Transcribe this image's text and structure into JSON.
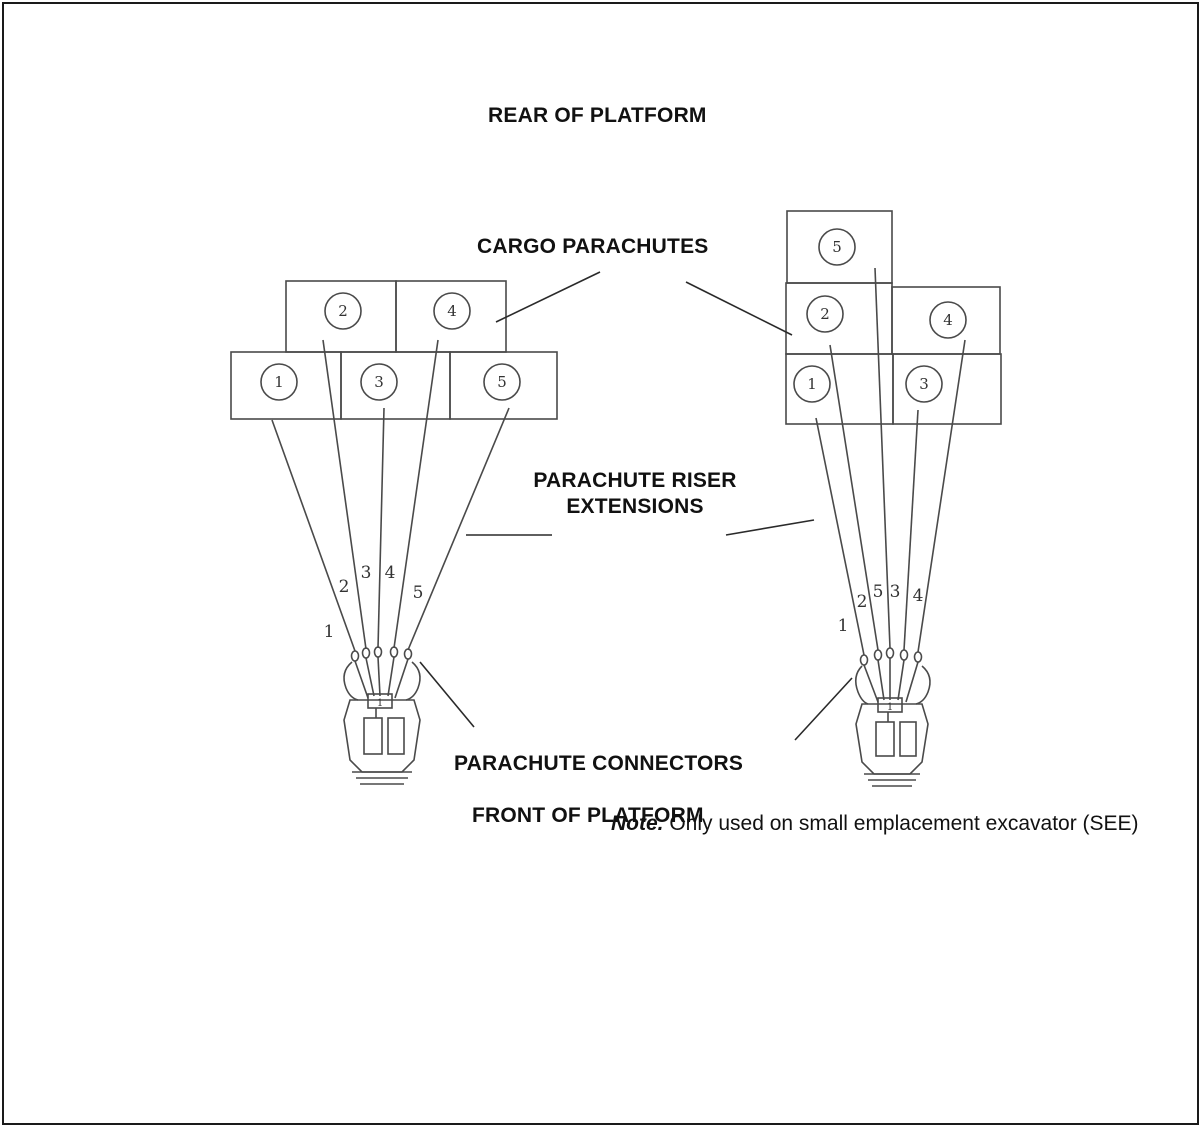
{
  "labels": {
    "rear": "REAR OF PLATFORM",
    "cargo_parachutes": "CARGO PARACHUTES",
    "riser_line1": "PARACHUTE RISER",
    "riser_line2": "EXTENSIONS",
    "connectors": "PARACHUTE CONNECTORS",
    "front": "FRONT OF PLATFORM"
  },
  "note": {
    "prefix": "Note.",
    "text": "Only used on small emplacement excavator (SEE)"
  },
  "left_group": {
    "parachute_numbers": [
      "1",
      "2",
      "3",
      "4",
      "5"
    ],
    "riser_numbers": [
      "1",
      "2",
      "3",
      "4",
      "5"
    ],
    "clevis_number": "1"
  },
  "right_group": {
    "parachute_numbers": [
      "1",
      "2",
      "3",
      "4",
      "5"
    ],
    "riser_numbers": [
      "1",
      "2",
      "5",
      "3",
      "4"
    ],
    "clevis_number": "1"
  },
  "colors": {
    "line": "#4a4a4a",
    "text": "#111111"
  }
}
